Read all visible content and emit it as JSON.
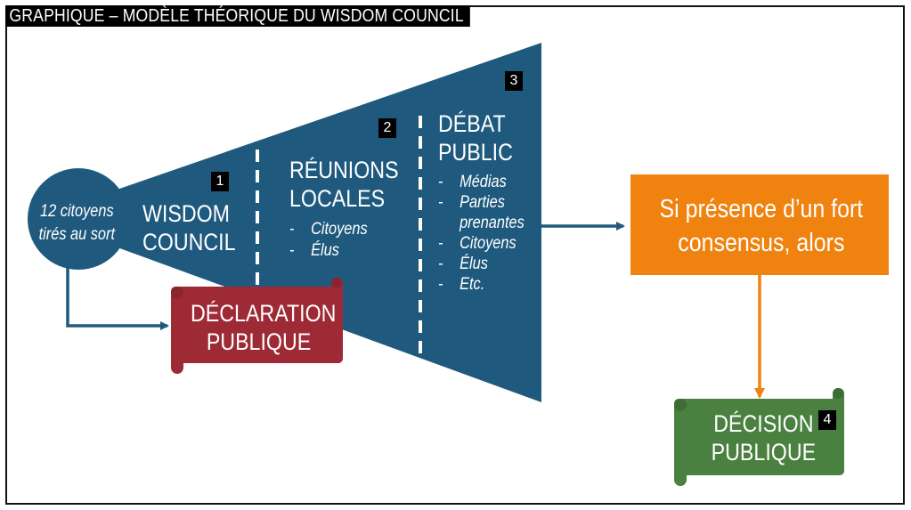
{
  "title": "GRAPHIQUE – MODÈLE THÉORIQUE DU WISDOM COUNCIL",
  "colors": {
    "blue": "#1f5a7e",
    "red": "#9e2a36",
    "orange": "#f0820f",
    "green": "#4a8040",
    "badge": "#000000"
  },
  "start_node": {
    "line1": "12 citoyens",
    "line2": "tirés au sort"
  },
  "stages": [
    {
      "badge": "1",
      "title_line1": "WISDOM",
      "title_line2": "COUNCIL",
      "items": []
    },
    {
      "badge": "2",
      "title_line1": "RÉUNIONS",
      "title_line2": "LOCALES",
      "items": [
        "Citoyens",
        "Élus"
      ]
    },
    {
      "badge": "3",
      "title_line1": "DÉBAT",
      "title_line2": "PUBLIC",
      "items": [
        "Médias",
        "Parties prenantes",
        "Citoyens",
        "Élus",
        "Etc."
      ]
    }
  ],
  "item_bullet": "-",
  "declaration": {
    "line1": "DÉCLARATION",
    "line2": "PUBLIQUE"
  },
  "condition": {
    "line1": "Si présence d’un fort",
    "line2": "consensus, alors"
  },
  "decision": {
    "line1": "DÉCISION",
    "line2": "PUBLIQUE",
    "badge": "4"
  }
}
